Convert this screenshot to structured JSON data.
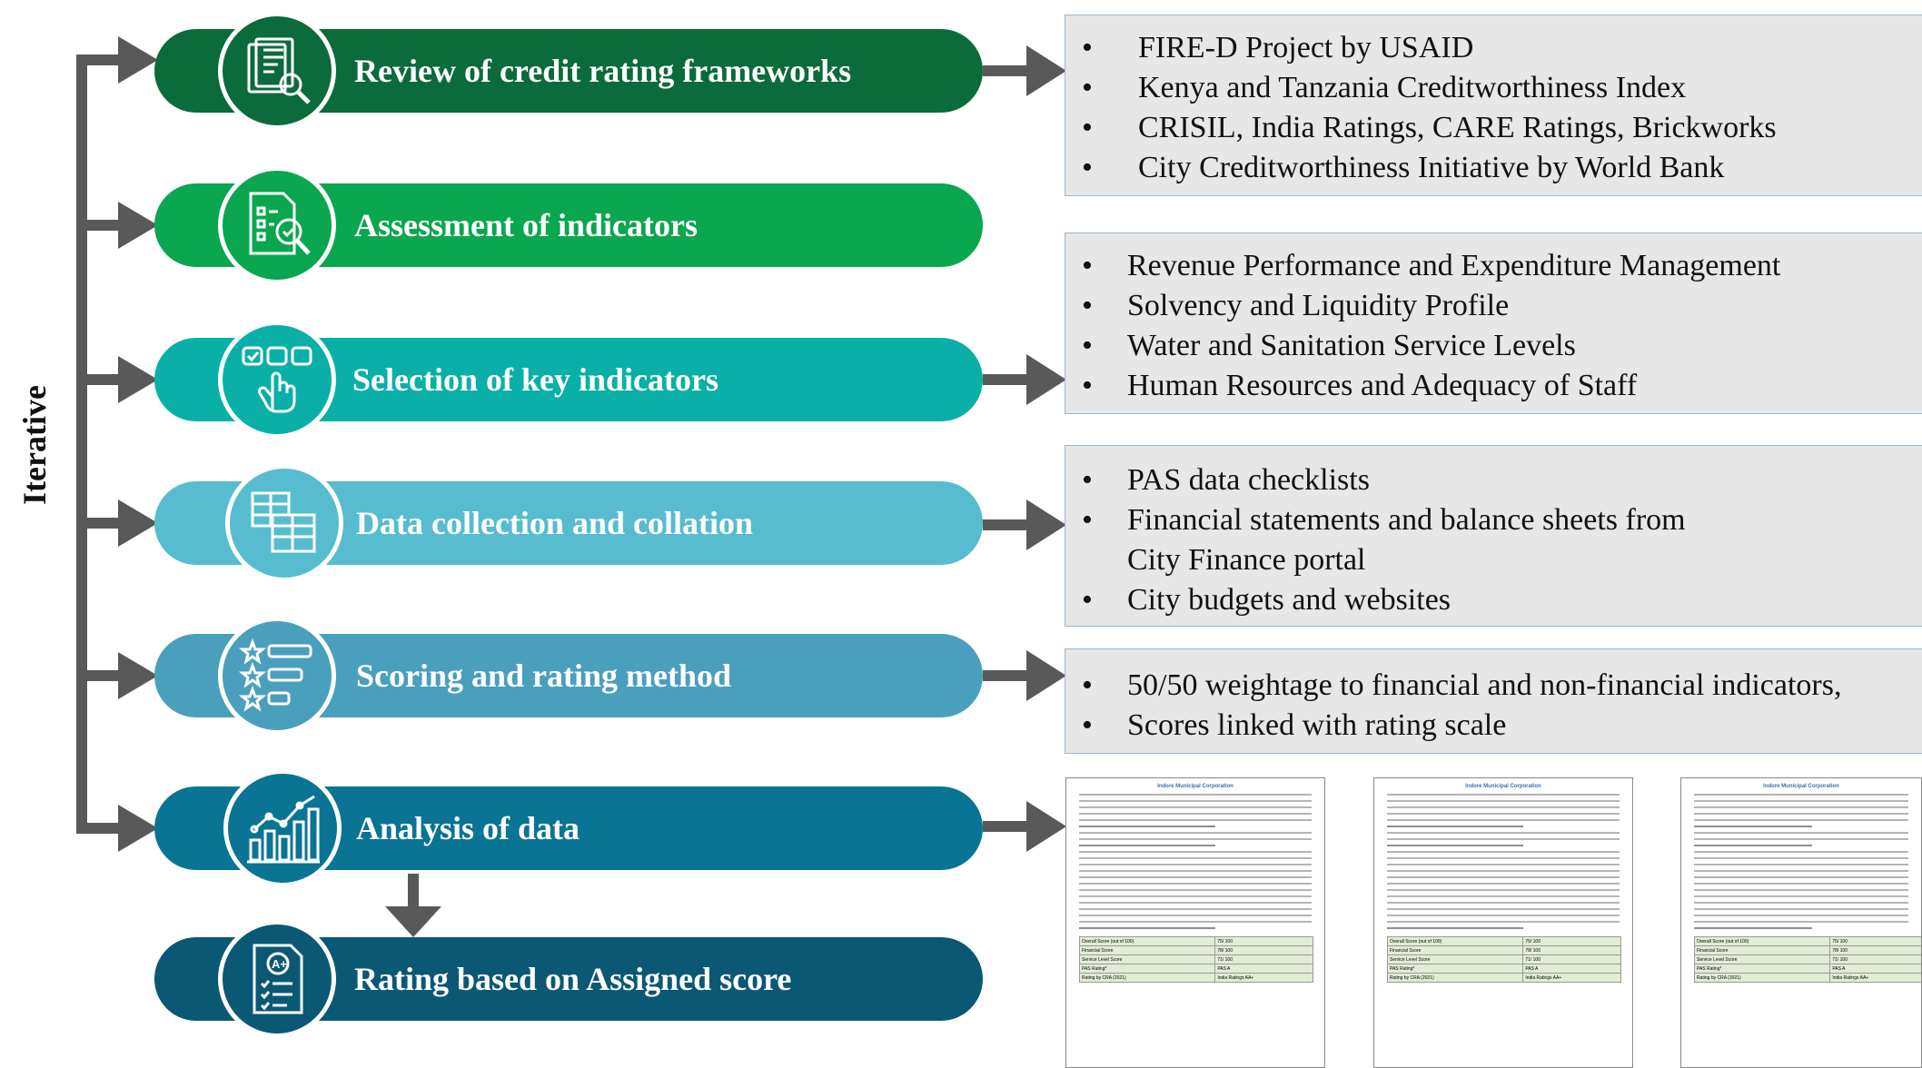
{
  "side_label": "Iterative",
  "steps": [
    {
      "title": "Review of credit rating frameworks",
      "icon": "document-search-icon",
      "color": "#0b6b3a"
    },
    {
      "title": "Assessment of indicators",
      "icon": "checklist-search-icon",
      "color": "#0aa650"
    },
    {
      "title": "Selection of key indicators",
      "icon": "hand-select-icon",
      "color": "#0ab0a8"
    },
    {
      "title": "Data collection and collation",
      "icon": "spreadsheet-icon",
      "color": "#57bccf"
    },
    {
      "title": "Scoring and rating method",
      "icon": "star-rating-icon",
      "color": "#4a9fbd"
    },
    {
      "title": "Analysis of data",
      "icon": "bar-chart-icon",
      "color": "#0a7494"
    },
    {
      "title": "Rating based on Assigned score",
      "icon": "rated-document-icon",
      "color": "#0a5874"
    }
  ],
  "boxes": [
    {
      "items": [
        "FIRE-D Project by USAID",
        "Kenya and Tanzania Creditworthiness Index",
        "CRISIL, India Ratings, CARE Ratings, Brickworks",
        "City Creditworthiness Initiative by World Bank"
      ]
    },
    {
      "items": [
        "Revenue Performance and Expenditure Management",
        "Solvency and Liquidity Profile",
        "Water and Sanitation Service Levels",
        "Human Resources and Adequacy of Staff"
      ]
    },
    {
      "items": [
        "PAS data checklists",
        "Financial statements and balance sheets from City Finance portal",
        "City budgets and websites"
      ]
    },
    {
      "items": [
        "50/50 weightage to financial and non-financial indicators,",
        "Scores linked with rating scale"
      ]
    }
  ],
  "bullet_char": "•",
  "documents": {
    "title": "Indore Municipal Corporation",
    "table_rows": [
      [
        "Overall Score (out of 100)",
        "75/ 100"
      ],
      [
        "Financial Score",
        "78/ 100"
      ],
      [
        "Service Level Score",
        "71/ 100"
      ],
      [
        "PAS Rating*",
        "PAS A"
      ],
      [
        "Rating by CRA (2021)",
        "India Ratings AA+"
      ]
    ]
  }
}
